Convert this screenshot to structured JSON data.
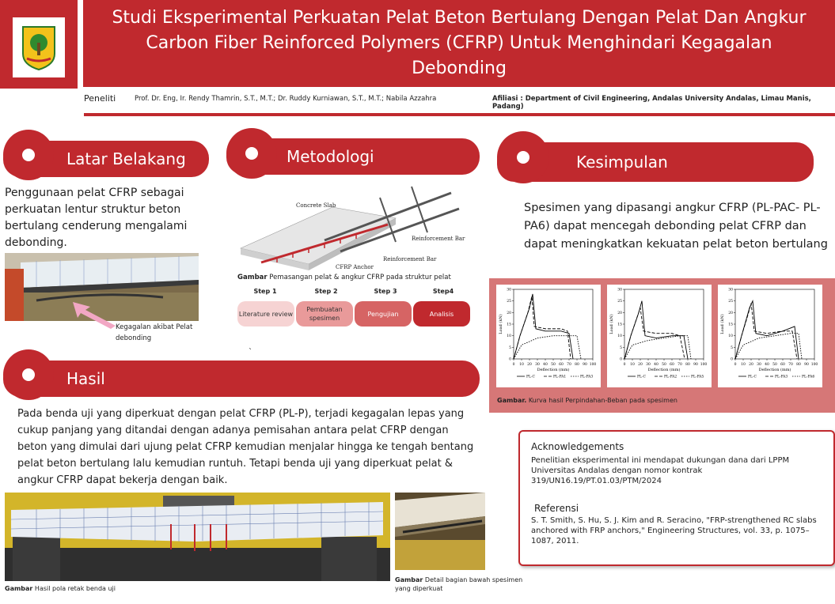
{
  "header": {
    "title_line1": "Studi Eksperimental Perkuatan Pelat Beton Bertulang Dengan Pelat Dan Angkur",
    "title_line2": "Carbon Fiber Reinforced Polymers (CFRP) Untuk Menghindari Kegagalan Debonding",
    "peneliti_label": "Peneliti",
    "peneliti_names": "Prof. Dr. Eng, Ir. Rendy Thamrin, S.T., M.T.; Dr. Ruddy Kurniawan, S.T., M.T.; Nabila Azzahra",
    "afiliasi": "Afiliasi : Department of Civil Engineering, Andalas University Andalas, Limau Manis, Padang)"
  },
  "colors": {
    "accent": "#c0292e",
    "chart_panel": "#d67777"
  },
  "latar_belakang": {
    "heading": "Latar Belakang",
    "text": "Penggunaan pelat CFRP sebagai perkuatan lentur struktur beton bertulang cenderung mengalami debonding.",
    "annotation_line1": "Kegagalan akibat Pelat",
    "annotation_line2": "debonding"
  },
  "metodologi": {
    "heading": "Metodologi",
    "diagram_labels": {
      "concrete_slab": "Concrete Slab",
      "reinforcement_bar_1": "Reinforcement Bar",
      "reinforcement_bar_2": "Reinforcement Bar",
      "cfrp_anchor": "CFRP Anchor"
    },
    "caption_bold": "Gambar",
    "caption_text": "Pemasangan pelat & angkur CFRP pada struktur pelat",
    "steps": [
      {
        "label": "Step 1",
        "text": "Literature review"
      },
      {
        "label": "Step 2",
        "text": "Pembuatan spesimen"
      },
      {
        "label": "Step 3",
        "text": "Pengujian"
      },
      {
        "label": "Step4",
        "text": "Analisis"
      }
    ],
    "stray_mark": "`"
  },
  "kesimpulan": {
    "heading": "Kesimpulan",
    "text": "Spesimen yang dipasangi angkur CFRP (PL-PAC- PL-PA6) dapat mencegah debonding pelat CFRP dan dapat meningkatkan kekuatan pelat beton bertulang",
    "caption_bold": "Gambar.",
    "caption_text": "Kurva hasil Perpindahan-Beban pada spesimen"
  },
  "hasil": {
    "heading": "Hasil",
    "text": "Pada benda uji yang diperkuat dengan pelat CFRP (PL-P), terjadi kegagalan lepas yang cukup panjang yang ditandai dengan adanya pemisahan antara pelat CFRP dengan beton yang dimulai dari ujung pelat CFRP kemudian menjalar hingga ke tengah bentang pelat beton bertulang lalu kemudian runtuh. Tetapi benda uji yang diperkuat pelat & angkur CFRP dapat bekerja dengan baik.",
    "caption1_bold": "Gambar",
    "caption1_text": "Hasil pola retak benda uji",
    "caption2_bold": "Gambar",
    "caption2_text": "Detail bagian bawah spesimen yang diperkuat"
  },
  "acknowledgements": {
    "title": "Acknowledgements",
    "text": "Penelitian eksperimental ini mendapat dukungan dana dari LPPM Universitas Andalas dengan nomor kontrak 319/UN16.19/PT.01.03/PTM/2024"
  },
  "referensi": {
    "title": "Referensi",
    "text": "S. T. Smith, S. Hu, S. J. Kim and R. Seracino, \"FRP-strengthened RC slabs anchored with FRP anchors,\" Engineering Structures, vol. 33, p. 1075–1087, 2011."
  },
  "chart_data": [
    {
      "type": "line",
      "xlabel": "Deflection (mm)",
      "ylabel": "Load (kN)",
      "xlim": [
        0,
        100
      ],
      "ylim": [
        0,
        30
      ],
      "x_ticks": [
        "0",
        "10",
        "20",
        "30",
        "40",
        "50",
        "60",
        "70",
        "80",
        "90",
        "100"
      ],
      "y_ticks": [
        "0",
        "5",
        "10",
        "15",
        "20",
        "25",
        "30"
      ],
      "series": [
        {
          "name": "PL-C",
          "style": "solid",
          "x": [
            0,
            8,
            20,
            24,
            28,
            40,
            60,
            70,
            75
          ],
          "y": [
            0,
            10,
            22,
            28,
            13,
            12,
            12,
            11,
            0
          ]
        },
        {
          "name": "PL-PA1",
          "style": "dashed",
          "x": [
            0,
            8,
            18,
            23,
            26,
            40,
            60,
            68,
            72
          ],
          "y": [
            0,
            10,
            20,
            27,
            14,
            13,
            13,
            12,
            0
          ]
        },
        {
          "name": "PL-PA3",
          "style": "dotted",
          "x": [
            0,
            10,
            30,
            50,
            70,
            80,
            85
          ],
          "y": [
            0,
            6,
            9,
            10,
            10,
            10,
            0
          ]
        }
      ]
    },
    {
      "type": "line",
      "xlabel": "Deflection (mm)",
      "ylabel": "Load (kN)",
      "xlim": [
        0,
        100
      ],
      "ylim": [
        0,
        30
      ],
      "x_ticks": [
        "0",
        "10",
        "20",
        "30",
        "40",
        "50",
        "60",
        "70",
        "80",
        "90",
        "100"
      ],
      "y_ticks": [
        "0",
        "5",
        "10",
        "15",
        "20",
        "25",
        "30"
      ],
      "series": [
        {
          "name": "PL-C",
          "style": "solid",
          "x": [
            0,
            8,
            18,
            22,
            26,
            40,
            60,
            75,
            80
          ],
          "y": [
            0,
            10,
            20,
            25,
            10,
            9,
            10,
            10,
            0
          ]
        },
        {
          "name": "PL-PA2",
          "style": "dashed",
          "x": [
            0,
            8,
            16,
            20,
            24,
            40,
            60,
            70,
            76
          ],
          "y": [
            0,
            10,
            18,
            22,
            12,
            11,
            11,
            10,
            0
          ]
        },
        {
          "name": "PL-PA5",
          "style": "dotted",
          "x": [
            0,
            10,
            30,
            50,
            70,
            80,
            84
          ],
          "y": [
            0,
            6,
            8,
            9,
            10,
            10,
            0
          ]
        }
      ]
    },
    {
      "type": "line",
      "xlabel": "Deflection (mm)",
      "ylabel": "Load (kN)",
      "xlim": [
        0,
        100
      ],
      "ylim": [
        0,
        30
      ],
      "x_ticks": [
        "0",
        "10",
        "20",
        "30",
        "40",
        "50",
        "60",
        "70",
        "80",
        "90",
        "100"
      ],
      "y_ticks": [
        "0",
        "5",
        "10",
        "15",
        "20",
        "25",
        "30"
      ],
      "series": [
        {
          "name": "PL-C",
          "style": "solid",
          "x": [
            0,
            8,
            18,
            22,
            26,
            40,
            60,
            75,
            80
          ],
          "y": [
            0,
            10,
            22,
            25,
            11,
            10,
            12,
            14,
            0
          ]
        },
        {
          "name": "PL-PA3",
          "style": "dashed",
          "x": [
            0,
            8,
            16,
            20,
            24,
            40,
            60,
            72,
            78
          ],
          "y": [
            0,
            10,
            19,
            24,
            12,
            11,
            12,
            12,
            0
          ]
        },
        {
          "name": "PL-PA6",
          "style": "dotted",
          "x": [
            0,
            10,
            30,
            50,
            70,
            80,
            84
          ],
          "y": [
            0,
            6,
            9,
            10,
            11,
            11,
            0
          ]
        }
      ]
    }
  ]
}
